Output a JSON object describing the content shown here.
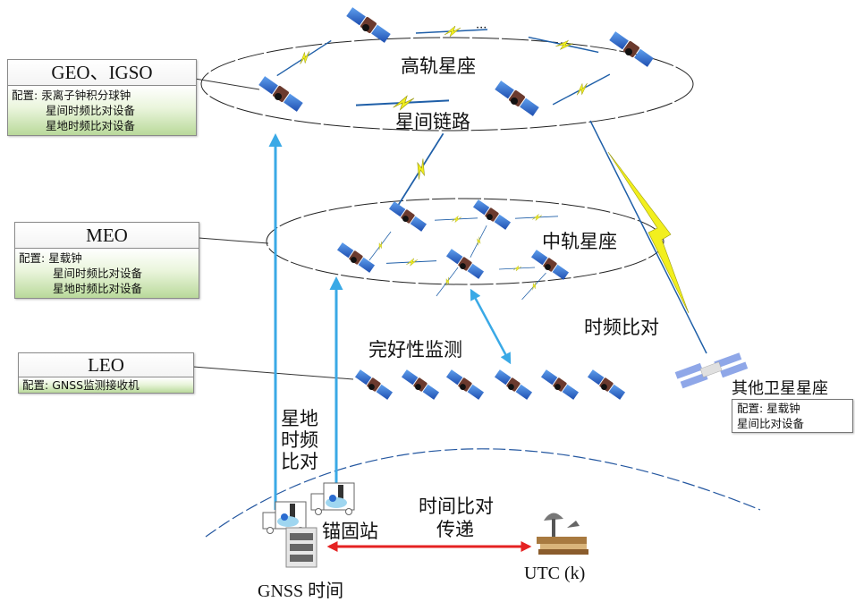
{
  "labels": {
    "high_orbit": "高轨星座",
    "intersat_link": "星间链路",
    "mid_orbit": "中轨星座",
    "integrity_monitor": "完好性监测",
    "time_freq_compare": "时频比对",
    "sat_ground_compare": [
      "星地",
      "时频",
      "比对"
    ],
    "anchor_station": "锚固站",
    "time_transfer": [
      "时间比对",
      "传递"
    ],
    "gnss_time": "GNSS 时间",
    "utc_k": "UTC (k)",
    "other_constellation": "其他卫星星座",
    "ellipsis": "···"
  },
  "boxes": {
    "geo": {
      "title": "GEO、IGSO",
      "config_label": "配置:",
      "config_items": [
        "汞离子钟积分球钟",
        "星间时频比对设备",
        "星地时频比对设备"
      ]
    },
    "meo": {
      "title": "MEO",
      "config_label": "配置:",
      "config_items": [
        "星载钟",
        "星间时频比对设备",
        "星地时频比对设备"
      ]
    },
    "leo": {
      "title": "LEO",
      "config_label": "配置:",
      "config_items": [
        "GNSS监测接收机"
      ]
    },
    "other": {
      "config_label": "配置:",
      "config_items": [
        "星载钟",
        "星间比对设备"
      ]
    }
  },
  "colors": {
    "arrow_blue": "#3aa9e6",
    "arrow_red": "#e52222",
    "link_yellow": "#f2ef1e",
    "link_blue": "#1f5fa8",
    "panel_blue": "#2b6cd0",
    "earth_line": "#2457a0"
  }
}
